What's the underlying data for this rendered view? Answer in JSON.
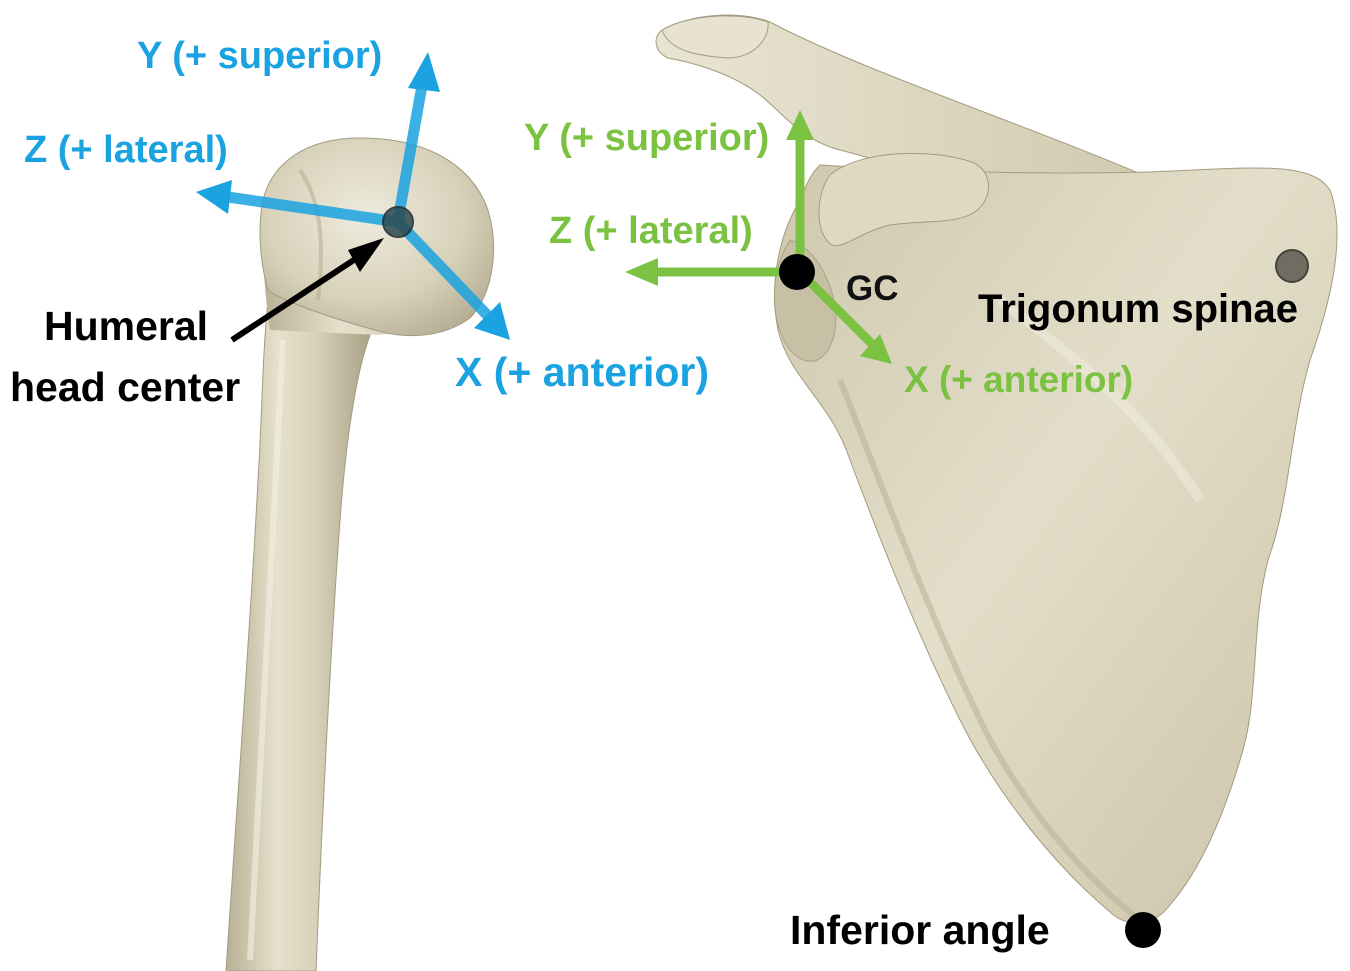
{
  "colors": {
    "humerus_axes": "#1aa3e0",
    "scapula_axes": "#7cc242",
    "landmark": "#000000",
    "bone_fill": "#dcd6bf",
    "bone_shade": "#bdb59b",
    "bone_highlight": "#eeeadb"
  },
  "humerus": {
    "axes": {
      "y_label": "Y (+ superior)",
      "z_label": "Z (+ lateral)",
      "x_label": "X (+ anterior)"
    },
    "landmark_label_line1": "Humeral",
    "landmark_label_line2": "head center"
  },
  "scapula": {
    "axes": {
      "y_label": "Y (+ superior)",
      "z_label": "Z (+ lateral)",
      "x_label": "X (+ anterior)"
    },
    "gc_label": "GC",
    "trigonum_label": "Trigonum spinae",
    "inferior_angle_label": "Inferior angle"
  }
}
